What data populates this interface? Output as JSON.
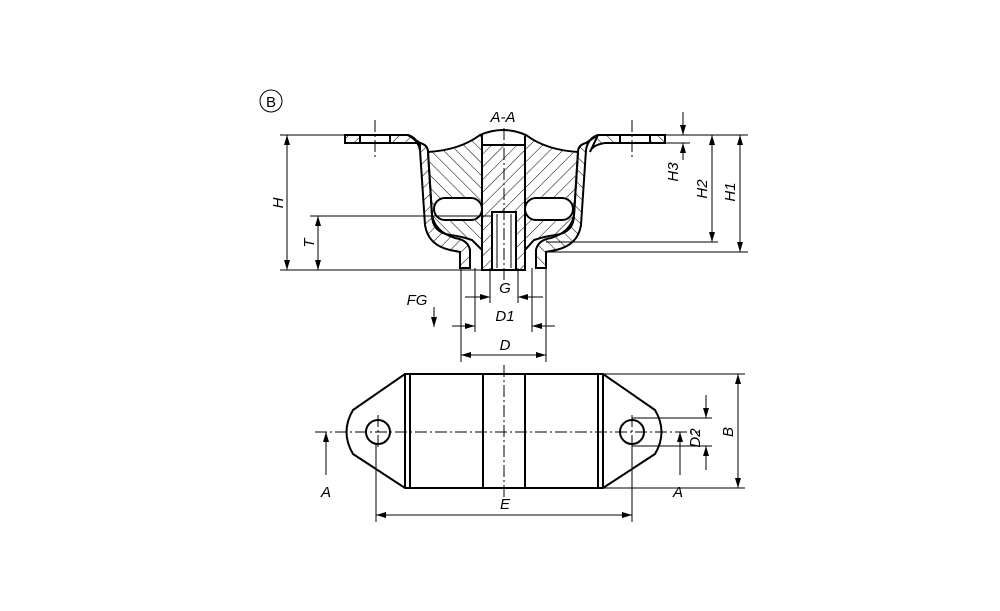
{
  "drawing": {
    "variant_label": "B",
    "section_label": "A-A",
    "dimensions": {
      "H": "H",
      "T": "T",
      "H1": "H1",
      "H2": "H2",
      "H3": "H3",
      "G": "G",
      "D1": "D1",
      "D": "D",
      "FG": "FG",
      "D2": "D2",
      "B": "B",
      "E": "E",
      "section_mark_left": "A",
      "section_mark_right": "A"
    }
  }
}
